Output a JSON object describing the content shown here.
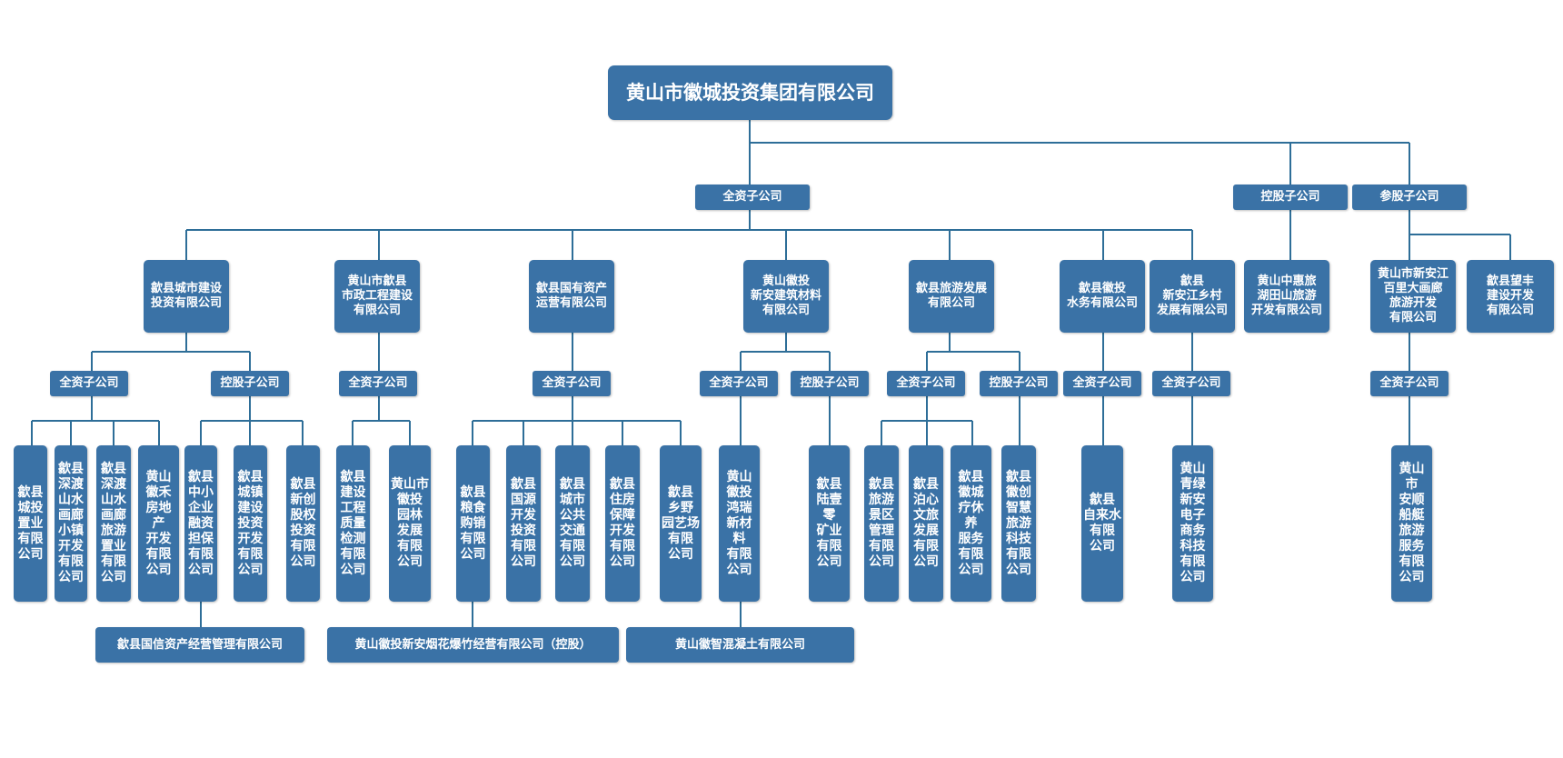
{
  "root": "黄山市徽城投资集团有限公司",
  "categories": {
    "wholly_owned": "全资子公司",
    "holding": "控股子公司",
    "participating": "参股子公司"
  },
  "l2": [
    "歙县城市建设\n投资有限公司",
    "黄山市歙县\n市政工程建设\n有限公司",
    "歙县国有资产\n运营有限公司",
    "黄山徽投\n新安建筑材料\n有限公司",
    "歙县旅游发展\n有限公司",
    "歙县徽投\n水务有限公司",
    "歙县\n新安江乡村\n发展有限公司",
    "黄山中惠旅\n湖田山旅游\n开发有限公司",
    "黄山市新安江\n百里大画廊\n旅游开发\n有限公司",
    "歙县望丰\n建设开发\n有限公司"
  ],
  "l3_labels": {
    "wholly_owned": "全资子公司",
    "holding": "控股子公司"
  },
  "leaves": [
    "歙县\n城投\n置业\n有限\n公司",
    "歙县\n深渡\n山水\n画廊\n小镇\n开发\n有限\n公司",
    "歙县\n深渡\n山水\n画廊\n旅游\n置业\n有限\n公司",
    "黄山\n徽禾\n房地产\n开发\n有限\n公司",
    "歙县\n中小\n企业\n融资\n担保\n有限\n公司",
    "歙县\n城镇\n建设\n投资\n开发\n有限\n公司",
    "歙县\n新创\n股权\n投资\n有限\n公司",
    "歙县\n建设\n工程\n质量\n检测\n有限\n公司",
    "黄山市\n徽投\n园林\n发展\n有限\n公司",
    "歙县\n粮食\n购销\n有限\n公司",
    "歙县\n国源\n开发\n投资\n有限\n公司",
    "歙县\n城市\n公共\n交通\n有限\n公司",
    "歙县\n住房\n保障\n开发\n有限\n公司",
    "歙县\n乡野\n园艺场\n有限\n公司",
    "黄山\n徽投\n鸿瑞\n新材料\n有限\n公司",
    "歙县\n陆壹零\n矿业\n有限\n公司",
    "歙县\n旅游\n景区\n管理\n有限\n公司",
    "歙县\n泊心\n文旅\n发展\n有限\n公司",
    "歙县\n徽城\n疗休养\n服务\n有限\n公司",
    "歙县\n徽创\n智慧\n旅游\n科技\n有限\n公司",
    "歙县\n自来水\n有限\n公司",
    "黄山\n青绿\n新安\n电子\n商务\n科技\n有限\n公司",
    "黄山市\n安顺\n船艇\n旅游\n服务\n有限\n公司"
  ],
  "bottom": [
    "歙县国信资产经营管理有限公司",
    "黄山徽投新安烟花爆竹经营有限公司（控股）",
    "黄山徽智混凝土有限公司"
  ]
}
